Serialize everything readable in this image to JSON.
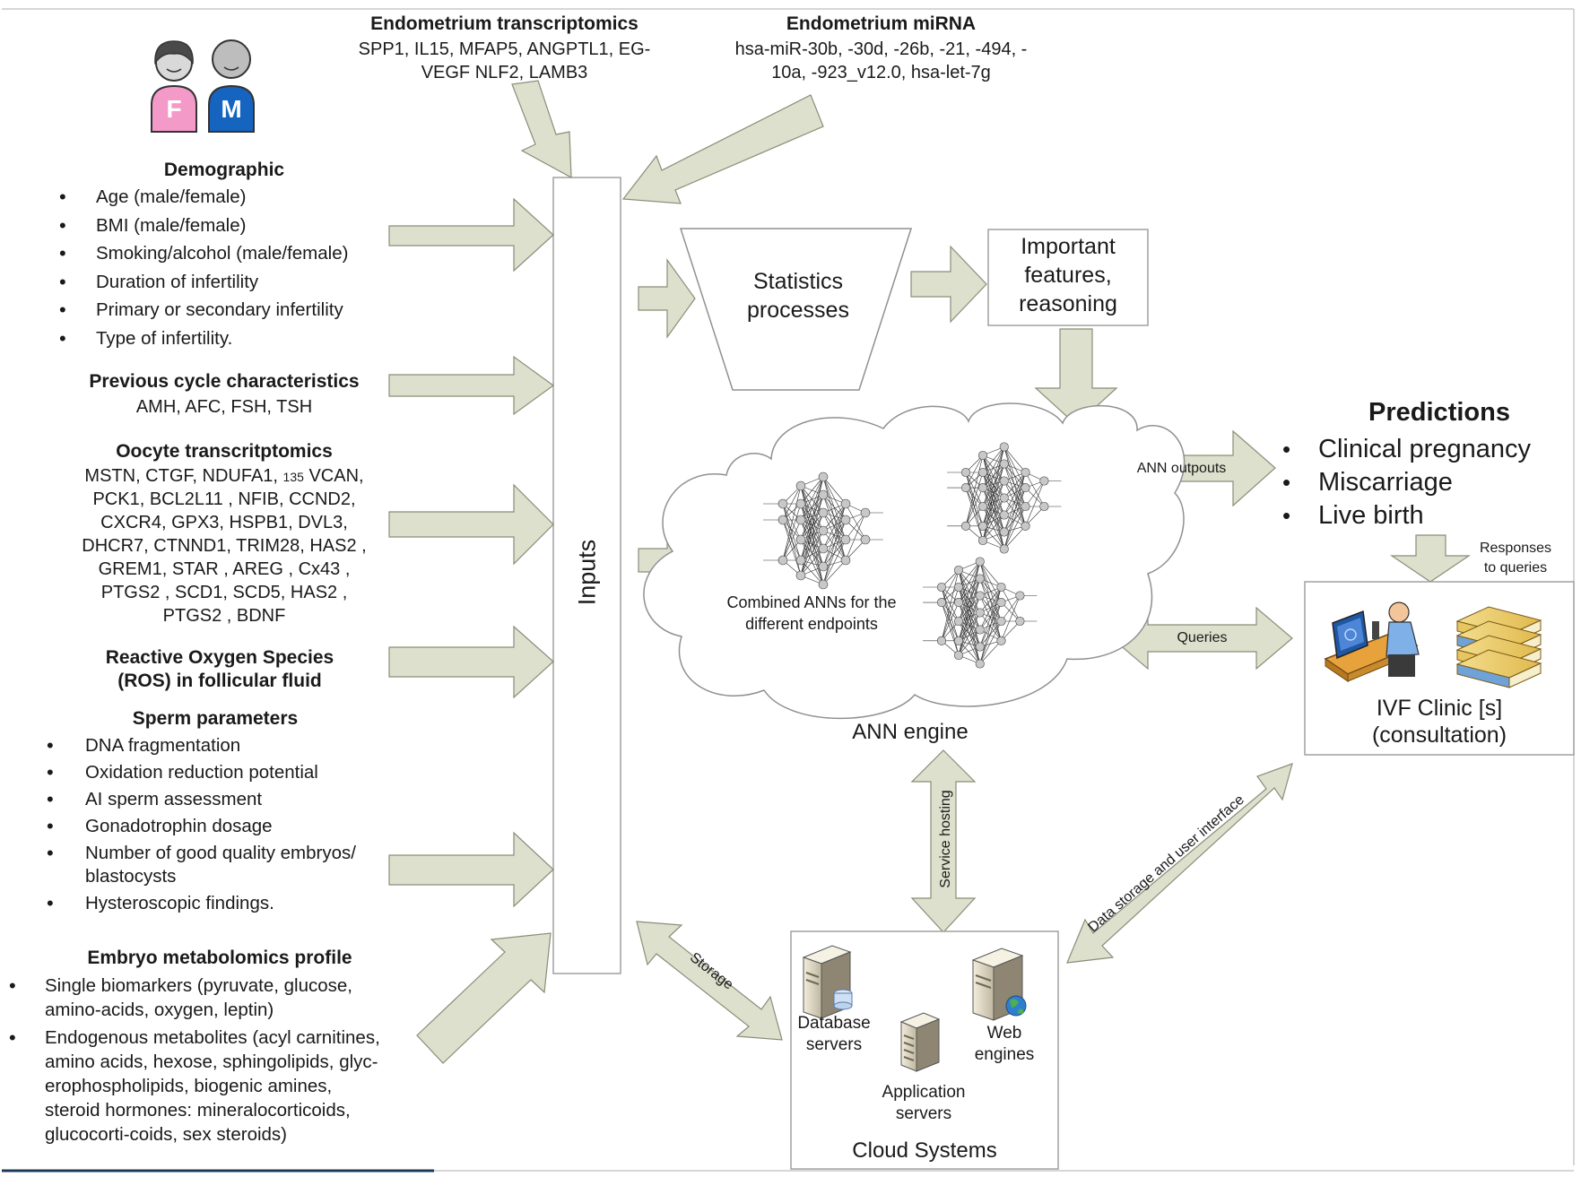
{
  "endometrium_transcriptomics": {
    "title": "Endometrium transcriptomics",
    "line1": "SPP1, IL15, MFAP5, ANGPTL1, EG-",
    "line2": "VEGF NLF2, LAMB3"
  },
  "endometrium_mirna": {
    "title": "Endometrium miRNA",
    "line1": "hsa-miR-30b, -30d, -26b, -21, -494, -",
    "line2": "10a, -923_v12.0, hsa-let-7g"
  },
  "couple_icon": {
    "female_letter": "F",
    "male_letter": "M",
    "female_color": "#f49ac9",
    "male_color": "#1565c0"
  },
  "demographic": {
    "title": "Demographic",
    "items": [
      "Age (male/female)",
      "BMI (male/female)",
      "Smoking/alcohol (male/female)",
      "Duration of infertility",
      "Primary or secondary infertility",
      "Type of infertility."
    ]
  },
  "previous_cycle": {
    "title": "Previous cycle characteristics",
    "line1": "AMH, AFC, FSH, TSH"
  },
  "oocyte": {
    "title": "Oocyte transcritptomics",
    "line1_a": "MSTN, CTGF, NDUFA1, ",
    "line1_sup": "135",
    "line1_b": " VCAN,",
    "lines": [
      "PCK1, BCL2L11 , NFIB, CCND2,",
      "CXCR4, GPX3, HSPB1, DVL3,",
      "DHCR7, CTNND1, TRIM28, HAS2 ,",
      "GREM1, STAR , AREG , Cx43 ,",
      "PTGS2 , SCD1, SCD5, HAS2 ,",
      "PTGS2 , BDNF"
    ]
  },
  "ros": {
    "title_line1": "Reactive Oxygen Species",
    "title_line2": "(ROS) in follicular fluid"
  },
  "sperm": {
    "title": "Sperm parameters",
    "items": [
      "DNA fragmentation",
      "Oxidation  reduction potential",
      "AI sperm assessment",
      "Gonadotrophin dosage"
    ],
    "item5_line1": "Number of good quality embryos/",
    "item5_line2": "blastocysts",
    "item6": "Hysteroscopic findings."
  },
  "embryo": {
    "title": "Embryo metabolomics profile",
    "item1": [
      "Single biomarkers (pyruvate, glucose,",
      "amino-acids, oxygen, leptin)"
    ],
    "item2": [
      "Endogenous metabolites (acyl carnitines,",
      "amino acids, hexose, sphingolipids, glyc-",
      "erophospholipids, biogenic amines,",
      "steroid hormones: mineralocorticoids,",
      "glucocorti-coids, sex steroids)"
    ]
  },
  "inputs_label": "Inputs",
  "statistics": {
    "line1": "Statistics",
    "line2": "processes"
  },
  "important": {
    "line1": "Important",
    "line2": "features,",
    "line3": "reasoning"
  },
  "ann_cloud": {
    "text_line1": "Combined ANNs for the",
    "text_line2": "different endpoints",
    "engine_label": "ANN engine"
  },
  "arrow_labels": {
    "ann_outputs": "ANN outpouts",
    "queries": "Queries",
    "responses_line1": "Responses",
    "responses_line2": "to queries",
    "service_hosting": "Service hosting",
    "storage": "Storage",
    "data_storage": "Data storage and user interface"
  },
  "predictions": {
    "title": "Predictions",
    "items": [
      "Clinical pregnancy",
      "Miscarriage",
      "Live birth"
    ]
  },
  "ivf_clinic": {
    "line1": "IVF Clinic [s]",
    "line2": "(consultation)"
  },
  "cloud_systems": {
    "title": "Cloud Systems",
    "database": [
      "Database",
      "servers"
    ],
    "web": [
      "Web",
      "engines"
    ],
    "application": [
      "Application",
      "servers"
    ]
  },
  "colors": {
    "arrow_fill": "#dde0cc",
    "arrow_stroke": "#8a8d78",
    "box_stroke": "#a0a0a0",
    "node_fill": "#c8c8c8"
  }
}
